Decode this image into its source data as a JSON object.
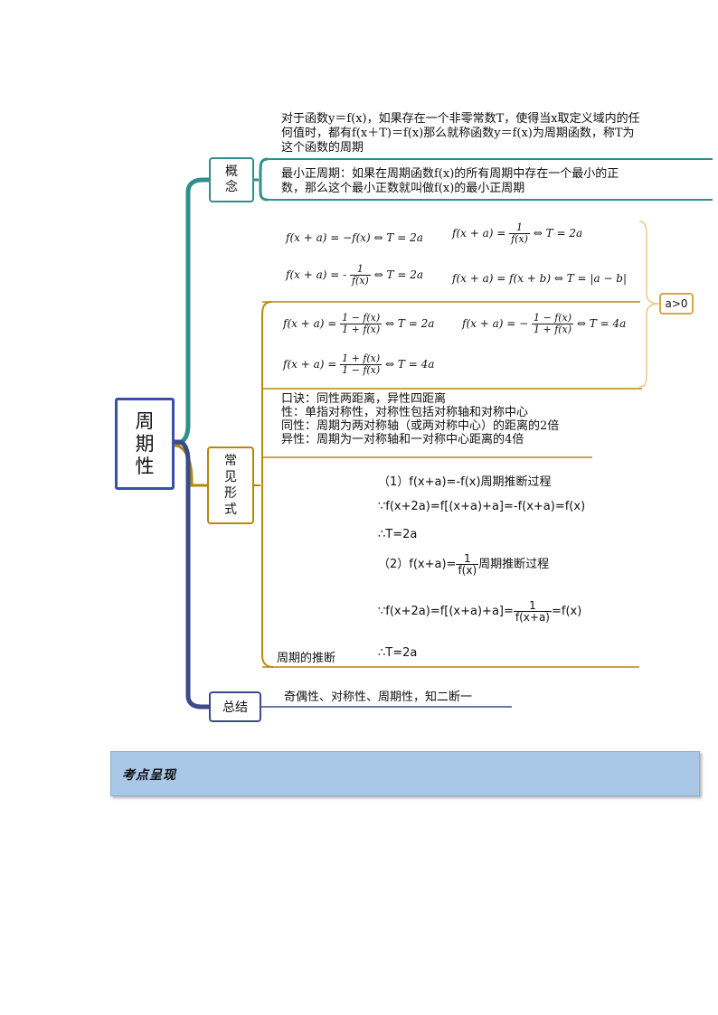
{
  "root": {
    "label_lines": [
      "周",
      "期",
      "性"
    ]
  },
  "concept": {
    "label_lines": [
      "概",
      "念"
    ],
    "definition_lines": [
      "对于函数y＝f(x)，如果存在一个非零常数T，使得当x取定义域内的任",
      "何值时，都有f(x＋T)＝f(x)那么就称函数y＝f(x)为周期函数，称T为",
      "这个函数的周期"
    ],
    "min_period_lines": [
      "最小正周期：如果在周期函数f(x)的所有周期中存在一个最小的正",
      "数，那么这个最小正数就叫做f(x)的最小正周期"
    ]
  },
  "forms": {
    "label_lines": [
      "常",
      "见",
      "形",
      "式"
    ],
    "formulas": {
      "f1": "f(x + a) = −f(x) ⇔ T = 2a",
      "f2_lhs": "f(x + a) =",
      "f2_num": "1",
      "f2_den": "f(x)",
      "f2_rhs": "⇔ T = 2a",
      "f3_lhs": "f(x + a) = -",
      "f3_num": "1",
      "f3_den": "f(x)",
      "f3_rhs": "⇔ T = 2a",
      "f4": "f(x + a) = f(x + b) ⇔ T = |a − b|",
      "f5_lhs": "f(x + a) =",
      "f5_num": "1 − f(x)",
      "f5_den": "1 + f(x)",
      "f5_rhs": "⇔ T = 2a",
      "f6_lhs": "f(x + a) = −",
      "f6_num": "1 − f(x)",
      "f6_den": "1 + f(x)",
      "f6_rhs": "⇔ T = 4a",
      "f7_lhs": "f(x + a) =",
      "f7_num": "1 + f(x)",
      "f7_den": "1 − f(x)",
      "f7_rhs": "⇔ T = 4a"
    },
    "condition": "a>0",
    "mnemonic_lines": [
      "口诀：同性两距离，异性四距离",
      "性：单指对称性，对称性包括对称轴和对称中心",
      "同性：周期为两对称轴（或两对称中心）的距离的2倍",
      "异性：周期为一对称轴和一对称中心距离的4倍"
    ],
    "derivation": {
      "title1": "（1）f(x+a)=-f(x)周期推断过程",
      "step1": "∵f(x+2a)=f[(x+a)+a]=-f(x+a)=f(x)",
      "result1": "∴T=2a",
      "title2_lhs": "（2）f(x+a)=",
      "title2_num": "1",
      "title2_den": "f(x)",
      "title2_rhs": "周期推断过程",
      "step2_lhs": "∵f(x+2a)=f[(x+a)+a]=",
      "step2_num": "1",
      "step2_den": "f(x+a)",
      "step2_rhs": "=f(x)",
      "result2": "∴T=2a",
      "label": "周期的推断"
    }
  },
  "summary": {
    "label": "总结",
    "text": "奇偶性、对称性、周期性，知二断一"
  },
  "banner": {
    "title": "考点呈现"
  },
  "colors": {
    "root": "#3a4fa8",
    "concept": "#2f8f8a",
    "forms": "#b8860b",
    "summary": "#3a4a8a",
    "banner": "#a9c7e6"
  }
}
